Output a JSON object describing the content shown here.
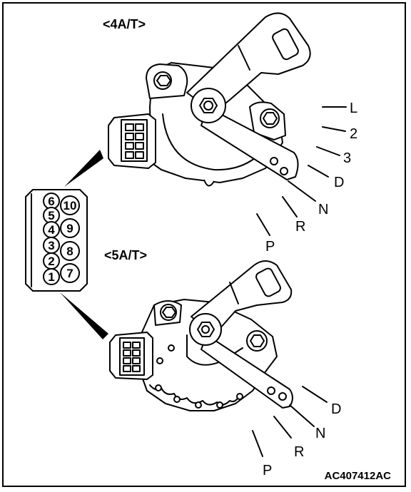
{
  "diagram": {
    "top_title": "<4A/T>",
    "bottom_title": "<5A/T>",
    "figure_code": "AC407412AC",
    "connector_pins": {
      "left_column": [
        "6",
        "5",
        "4",
        "3",
        "2",
        "1"
      ],
      "right_column": [
        "10",
        "9",
        "8",
        "7"
      ]
    },
    "positions_4at": [
      "L",
      "2",
      "3",
      "D",
      "N",
      "R",
      "P"
    ],
    "positions_5at": [
      "D",
      "N",
      "R",
      "P"
    ]
  },
  "colors": {
    "line": "#000000",
    "background": "#ffffff"
  }
}
